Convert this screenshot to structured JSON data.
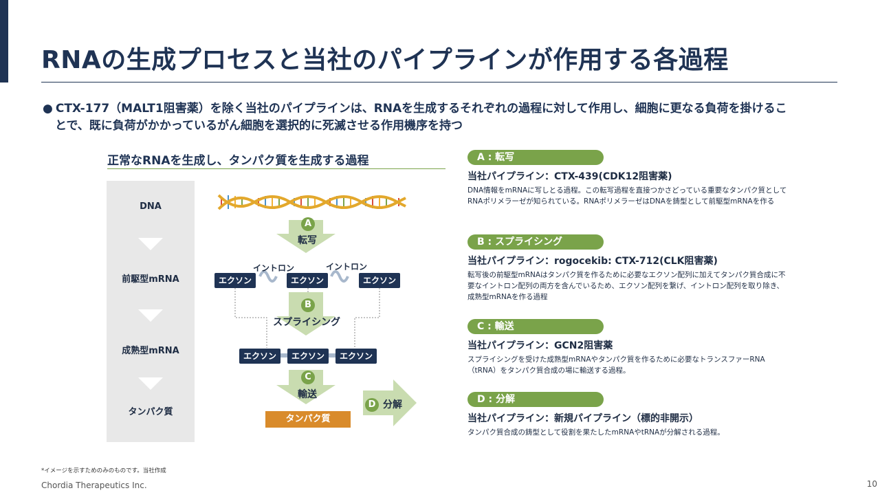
{
  "slide": {
    "title": "RNAの生成プロセスと当社のパイプラインが作用する各過程",
    "lead_bullet": "●",
    "lead_line1": "CTX-177（MALT1阻害薬）を除く当社のパイプラインは、RNAを生成するそれぞれの過程に対して作用し、細胞に更なる負荷を掛けるこ",
    "lead_line2": "とで、既に負荷がかかっているがん細胞を選択的に死滅させる作用機序を持つ",
    "footnote": "*イメージを示すためのみのものです。当社作成",
    "footer": "Chordia Therapeutics Inc.",
    "page_number": "10"
  },
  "diagram": {
    "subtitle": "正常なRNAを生成し、タンパク質を生成する過程",
    "stages": [
      "DNA",
      "前駆型mRNA",
      "成熟型mRNA",
      "タンパク質"
    ],
    "steps": {
      "a_letter": "A",
      "a_label": "転写",
      "b_letter": "B",
      "b_label": "スプライシング",
      "c_letter": "C",
      "c_label": "輸送",
      "d_letter": "D",
      "d_label": "分解"
    },
    "exon": "エクソン",
    "intron": "イントロン",
    "protein": "タンパク質"
  },
  "pipeline": [
    {
      "badge": "A : 転写",
      "heading": "当社パイプライン：CTX-439(CDK12阻害薬)",
      "body": "DNA情報をmRNAに写しとる過程。この転写過程を直接つかさどっている重要なタンパク質としてRNAポリメラーゼが知られている。RNAポリメラーゼはDNAを鋳型として前駆型mRNAを作る"
    },
    {
      "badge": "B : スプライシング",
      "heading": "当社パイプライン：rogocekib: CTX-712(CLK阻害薬)",
      "body": "転写後の前駆型mRNAはタンパク質を作るために必要なエクソン配列に加えてタンパク質合成に不要なイントロン配列の両方を含んでいるため、エクソン配列を繋げ、イントロン配列を取り除き、成熟型mRNAを作る過程"
    },
    {
      "badge": "C : 輸送",
      "heading": "当社パイプライン：GCN2阻害薬",
      "body": "スプライシングを受けた成熟型mRNAやタンパク質を作るために必要なトランスファーRNA（tRNA）をタンパク質合成の場に輸送する過程。"
    },
    {
      "badge": "D : 分解",
      "heading": "当社パイプライン：新規パイプライン（標的非開示）",
      "body": "タンパク質合成の鋳型として役割を果たしたmRNAやtRNAが分解される過程。"
    }
  ],
  "colors": {
    "navy": "#1f3354",
    "green": "#7aa34a",
    "light_green": "#c9dcb0",
    "orange": "#d98b2b",
    "gray": "#e8e8e8"
  }
}
